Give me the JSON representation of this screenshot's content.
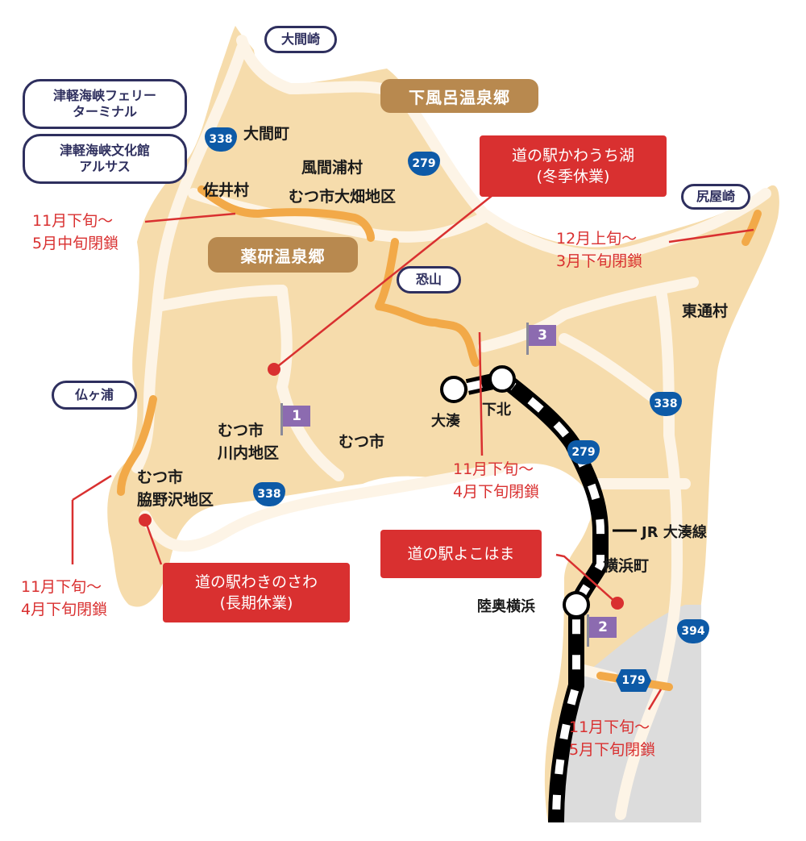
{
  "colors": {
    "land": "#f6dcac",
    "road": "#fdf4e6",
    "closed_road": "#f2a948",
    "closure_text": "#d93030",
    "roadside_station_box": "#d93030",
    "onsen_badge": "#b8894f",
    "route_shield": "#0d5aa7",
    "district_flag": "#8c6bb0",
    "pill_border": "#2e2f5e",
    "restricted_area": "#dcdcdc",
    "railway": "#000000"
  },
  "places": {
    "oma_zaki": "大間崎",
    "ferry_terminal_line1": "津軽海峡フェリー",
    "ferry_terminal_line2": "ターミナル",
    "arsas_line1": "津軽海峡文化館",
    "arsas_line2": "アルサス",
    "shiriya_zaki": "尻屋崎",
    "osorezan": "恐山",
    "hotokegaura": "仏ヶ浦"
  },
  "onsen": {
    "shimofuro": "下風呂温泉郷",
    "yagen": "薬研温泉郷"
  },
  "municipalities": {
    "oma_machi": "大間町",
    "kazamaura": "風間浦村",
    "mutsu_ohata": "むつ市大畑地区",
    "sai": "佐井村",
    "higashidori": "東通村",
    "mutsu_kawauchi_line1": "むつ市",
    "mutsu_kawauchi_line2": "川内地区",
    "mutsu": "むつ市",
    "mutsu_wakinosawa_line1": "むつ市",
    "mutsu_wakinosawa_line2": "脇野沢地区",
    "yokohama_machi": "横浜町"
  },
  "roadside_stations": {
    "kawauchiko_line1": "道の駅かわうち湖",
    "kawauchiko_line2": "(冬季休業)",
    "wakinosawa_line1": "道の駅わきのさわ",
    "wakinosawa_line2": "(長期休業)",
    "yokohama": "道の駅よこはま"
  },
  "closures": [
    {
      "id": "sai",
      "line1": "11月下旬〜",
      "line2": "5月中旬閉鎖"
    },
    {
      "id": "shiriya",
      "line1": "12月上旬〜",
      "line2": "3月下旬閉鎖"
    },
    {
      "id": "osorezan",
      "line1": "11月下旬〜",
      "line2": "4月下旬閉鎖"
    },
    {
      "id": "hotokegaura",
      "line1": "11月下旬〜",
      "line2": "4月下旬閉鎖"
    },
    {
      "id": "route179",
      "line1": "11月下旬〜",
      "line2": "5月下旬閉鎖"
    }
  ],
  "routes": {
    "r338_a": "338",
    "r279_a": "279",
    "r338_b": "338",
    "r279_b": "279",
    "r338_c": "338",
    "r394": "394",
    "r179": "179"
  },
  "flags": {
    "f1": "1",
    "f2": "2",
    "f3": "3"
  },
  "railway": {
    "line_name": "JR 大湊線",
    "stations": {
      "ominato": "大湊",
      "shimokita": "下北",
      "mutsu_yokohama": "陸奥横浜"
    }
  }
}
